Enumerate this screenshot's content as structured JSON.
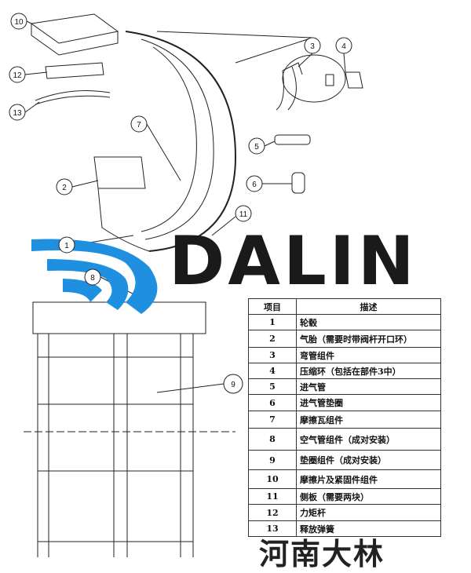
{
  "callouts": [
    "1",
    "2",
    "3",
    "4",
    "5",
    "6",
    "7",
    "8",
    "9",
    "10",
    "11",
    "12",
    "13"
  ],
  "watermark": {
    "brand": "DALIN",
    "brand_cn": "河南大林",
    "logo_color": "#1f8fe0"
  },
  "table": {
    "headers": [
      "项目",
      "描述"
    ],
    "rows": [
      {
        "no": "1",
        "desc": "轮毂"
      },
      {
        "no": "2",
        "desc": "气胎（需要时带阀杆开口环）"
      },
      {
        "no": "3",
        "desc": "弯管组件"
      },
      {
        "no": "4",
        "desc": "压缩环（包括在部件3中）"
      },
      {
        "no": "5",
        "desc": "进气管"
      },
      {
        "no": "6",
        "desc": "进气管垫圈"
      },
      {
        "no": "7",
        "desc": "摩擦瓦组件"
      },
      {
        "no": "8",
        "desc": "空气管组件（成对安装）"
      },
      {
        "no": "9",
        "desc": "垫圈组件（成对安装）"
      },
      {
        "no": "10",
        "desc": "摩擦片及紧固件组件"
      },
      {
        "no": "11",
        "desc": "侧板（需要两块）"
      },
      {
        "no": "12",
        "desc": "力矩杆"
      },
      {
        "no": "13",
        "desc": "释放弹簧"
      }
    ]
  }
}
